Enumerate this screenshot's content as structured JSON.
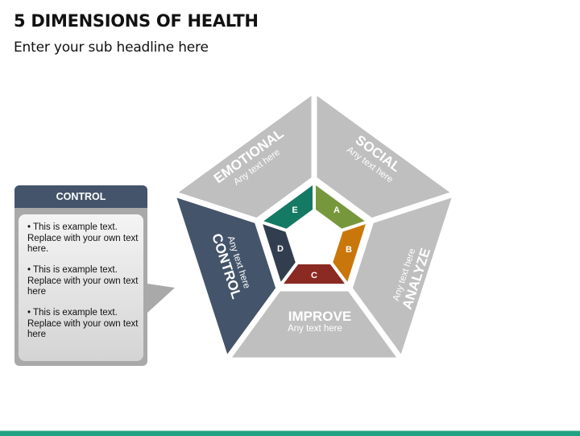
{
  "header": {
    "title": "5 DIMENSIONS OF HEALTH",
    "subtitle": "Enter your sub headline here"
  },
  "callout": {
    "title": "CONTROL",
    "bullets": [
      "•  This is example text. Replace with your own text here.",
      "•  This is example text. Replace with your own text here",
      "•  This is example text. Replace with your own text here"
    ]
  },
  "diagram": {
    "outer_segments": [
      {
        "id": "emotional",
        "label": "EMOTIONAL",
        "sub": "Any text here",
        "color": "#bfbfbf"
      },
      {
        "id": "social",
        "label": "SOCIAL",
        "sub": "Any text here",
        "color": "#bfbfbf"
      },
      {
        "id": "analyze",
        "label": "ANALYZE",
        "sub": "Any text here",
        "color": "#bfbfbf"
      },
      {
        "id": "improve",
        "label": "IMPROVE",
        "sub": "Any text here",
        "color": "#bfbfbf"
      },
      {
        "id": "control",
        "label": "CONTROL",
        "sub": "Any text here",
        "color": "#44546a"
      }
    ],
    "inner_segments": [
      {
        "id": "a",
        "label": "A",
        "color": "#77973d"
      },
      {
        "id": "b",
        "label": "B",
        "color": "#c9770a"
      },
      {
        "id": "c",
        "label": "C",
        "color": "#8b2a22"
      },
      {
        "id": "d",
        "label": "D",
        "color": "#323e4f"
      },
      {
        "id": "e",
        "label": "E",
        "color": "#157a63"
      }
    ]
  },
  "colors": {
    "accent_bar": "#22a385",
    "callout_header": "#44546a"
  }
}
